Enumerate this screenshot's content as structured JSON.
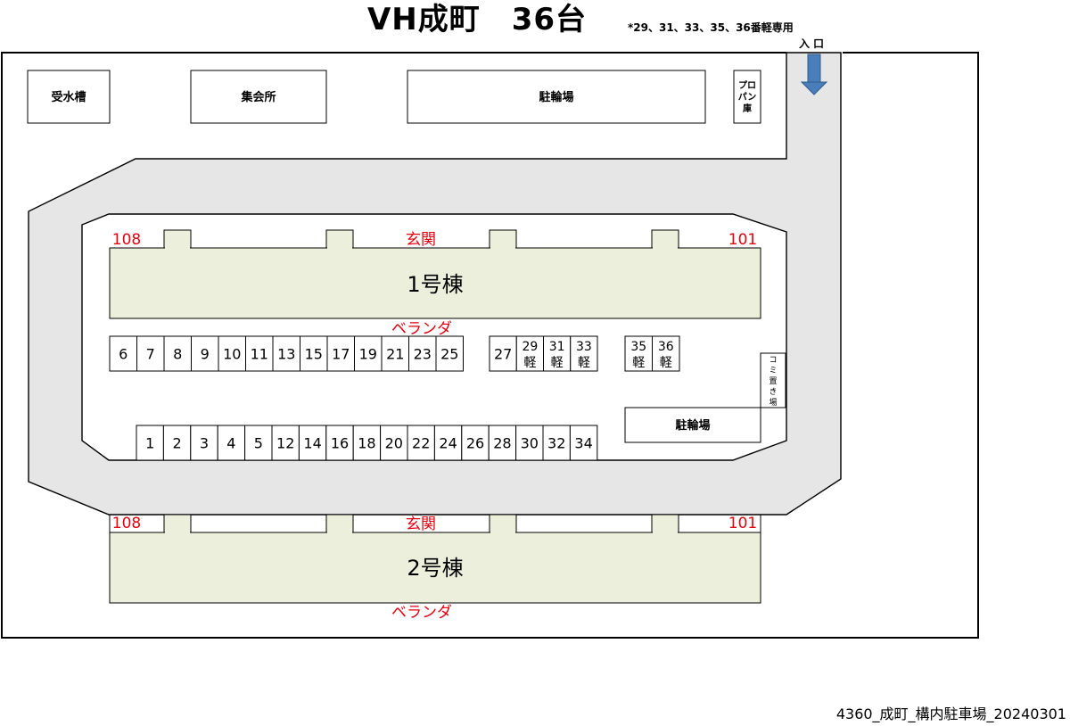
{
  "title": "VH成町　36台",
  "note": "*29、31、33、35、36番軽専用",
  "entrance": "入口",
  "caption": "4360_成町_構内駐車場_20240301",
  "facilities": {
    "water_tank": "受水槽",
    "meeting_hall": "集会所",
    "bicycle_top": "駐輪場",
    "propane": [
      "プロ",
      "パン",
      "庫"
    ],
    "garbage": [
      "コ",
      "ミ",
      "置",
      "き",
      "場"
    ],
    "bicycle_bottom": "駐輪場"
  },
  "buildings": {
    "b1": {
      "name": "1号棟",
      "entrance": "玄関",
      "balcony": "ベランダ",
      "left_unit": "108",
      "right_unit": "101"
    },
    "b2": {
      "name": "2号棟",
      "entrance": "玄関",
      "balcony": "ベランダ",
      "left_unit": "108",
      "right_unit": "101"
    }
  },
  "parking": {
    "row_top_group1": [
      "6",
      "7",
      "8",
      "9",
      "10",
      "11",
      "13",
      "15",
      "17",
      "19",
      "21",
      "23",
      "25"
    ],
    "row_top_group2": [
      {
        "number": "27",
        "kei": ""
      },
      {
        "number": "29",
        "kei": "軽"
      },
      {
        "number": "31",
        "kei": "軽"
      },
      {
        "number": "33",
        "kei": "軽"
      }
    ],
    "row_top_group3": [
      {
        "number": "35",
        "kei": "軽"
      },
      {
        "number": "36",
        "kei": "軽"
      }
    ],
    "row_bottom": [
      "1",
      "2",
      "3",
      "4",
      "5",
      "12",
      "14",
      "16",
      "18",
      "20",
      "22",
      "24",
      "26",
      "28",
      "30",
      "32",
      "34"
    ]
  },
  "colors": {
    "road": "#e6e6e6",
    "building": "#ebefdc",
    "red_text": "#e3000f",
    "arrow": "#4a7ebb",
    "line": "#000000"
  }
}
